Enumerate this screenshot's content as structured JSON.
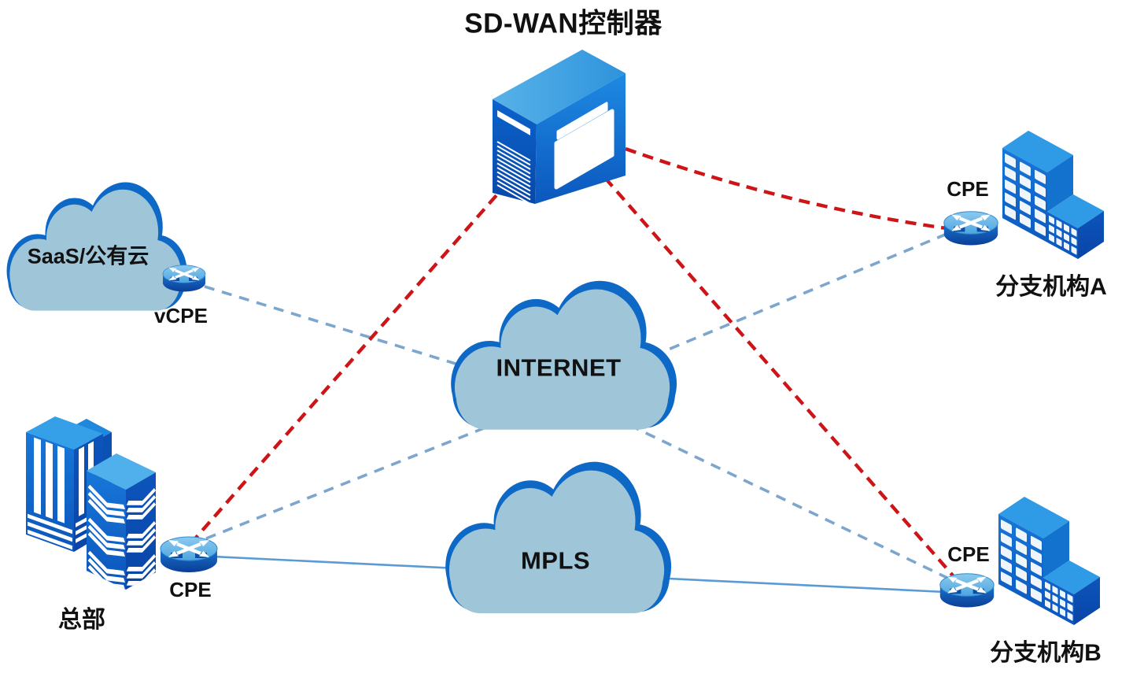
{
  "title": "SD-WAN控制器",
  "nodes": {
    "controller": {
      "label": "SD-WAN控制器",
      "type": "server"
    },
    "saas_cloud": {
      "label": "SaaS/公有云",
      "type": "cloud"
    },
    "vcpe": {
      "label": "vCPE",
      "type": "router"
    },
    "internet_cloud": {
      "label": "INTERNET",
      "type": "cloud"
    },
    "mpls_cloud": {
      "label": "MPLS",
      "type": "cloud"
    },
    "hq": {
      "label": "总部",
      "cpe_label": "CPE",
      "type": "site"
    },
    "branch_a": {
      "label": "分支机构A",
      "cpe_label": "CPE",
      "type": "site"
    },
    "branch_b": {
      "label": "分支机构B",
      "cpe_label": "CPE",
      "type": "site"
    }
  },
  "links": [
    {
      "from": "controller",
      "to": "hq_cpe",
      "style": "dashed",
      "color": "#CE1417"
    },
    {
      "from": "controller",
      "to": "branch_a_cpe",
      "style": "dashed",
      "color": "#CE1417"
    },
    {
      "from": "controller",
      "to": "branch_b_cpe",
      "style": "dashed",
      "color": "#CE1417"
    },
    {
      "from": "vcpe",
      "to": "internet_cloud",
      "style": "dashed",
      "color": "#7CA6CD"
    },
    {
      "from": "hq_cpe",
      "to": "internet_cloud",
      "style": "dashed",
      "color": "#7CA6CD"
    },
    {
      "from": "internet_cloud",
      "to": "branch_a_cpe",
      "style": "dashed",
      "color": "#7CA6CD"
    },
    {
      "from": "internet_cloud",
      "to": "branch_b_cpe",
      "style": "dashed",
      "color": "#7CA6CD"
    },
    {
      "from": "hq_cpe",
      "to": "branch_b_cpe",
      "via": "mpls_cloud",
      "style": "solid",
      "color": "#5B9BD5"
    }
  ],
  "colors": {
    "management_link": "#CE1417",
    "internet_link": "#7CA6CD",
    "mpls_link": "#5B9BD5",
    "cloud_fill": "#9FC5D8",
    "cloud_rim": "#0D68C6",
    "background": "#FFFFFF",
    "text": "#111111"
  }
}
